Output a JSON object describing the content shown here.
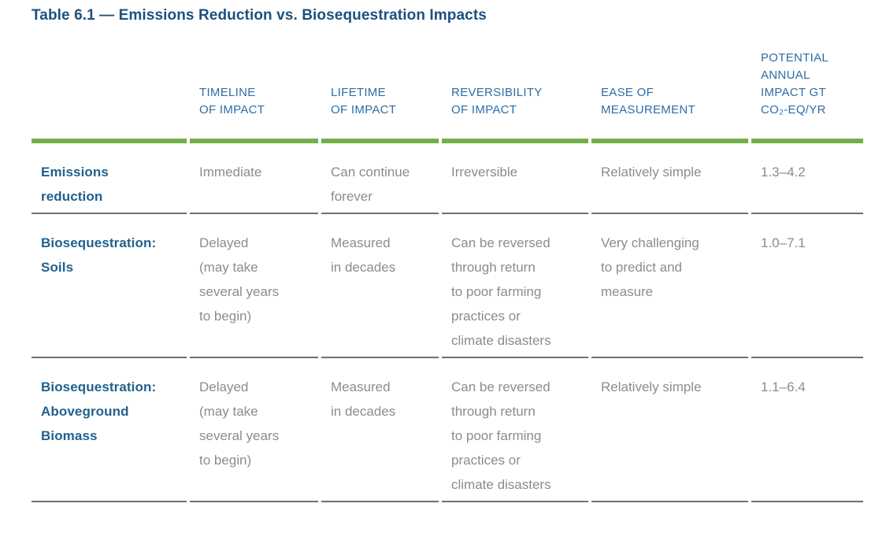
{
  "title": "Table 6.1 — Emissions Reduction vs. Biosequestration Impacts",
  "colors": {
    "title_blue": "#1b5180",
    "header_blue": "#2e6da3",
    "row_label_blue": "#21618e",
    "body_gray": "#8a8c8f",
    "accent_green": "#74ae49",
    "divider_gray": "#6f7073"
  },
  "table": {
    "headers": [
      "",
      "TIMELINE\nOF IMPACT",
      "LIFETIME\nOF IMPACT",
      "REVERSIBILITY\nOF IMPACT",
      "EASE OF\nMEASUREMENT",
      "POTENTIAL\nANNUAL\nIMPACT GT\nCO₂-EQ/YR"
    ],
    "rows": [
      {
        "label": "Emissions\nreduction",
        "cells": [
          "Immediate",
          "Can continue\nforever",
          "Irreversible",
          "Relatively simple",
          "1.3–4.2"
        ]
      },
      {
        "label": "Biosequestration:\nSoils",
        "cells": [
          "Delayed\n(may take\nseveral years\nto begin)",
          "Measured\nin decades",
          "Can be reversed\nthrough return\nto poor farming\npractices or\nclimate disasters",
          "Very challenging\nto predict and\nmeasure",
          "1.0–7.1"
        ]
      },
      {
        "label": "Biosequestration:\nAboveground\nBiomass",
        "cells": [
          "Delayed\n(may take\nseveral years\nto begin)",
          "Measured\nin decades",
          "Can be reversed\nthrough return\nto poor farming\npractices or\nclimate disasters",
          "Relatively simple",
          "1.1–6.4"
        ]
      }
    ]
  }
}
